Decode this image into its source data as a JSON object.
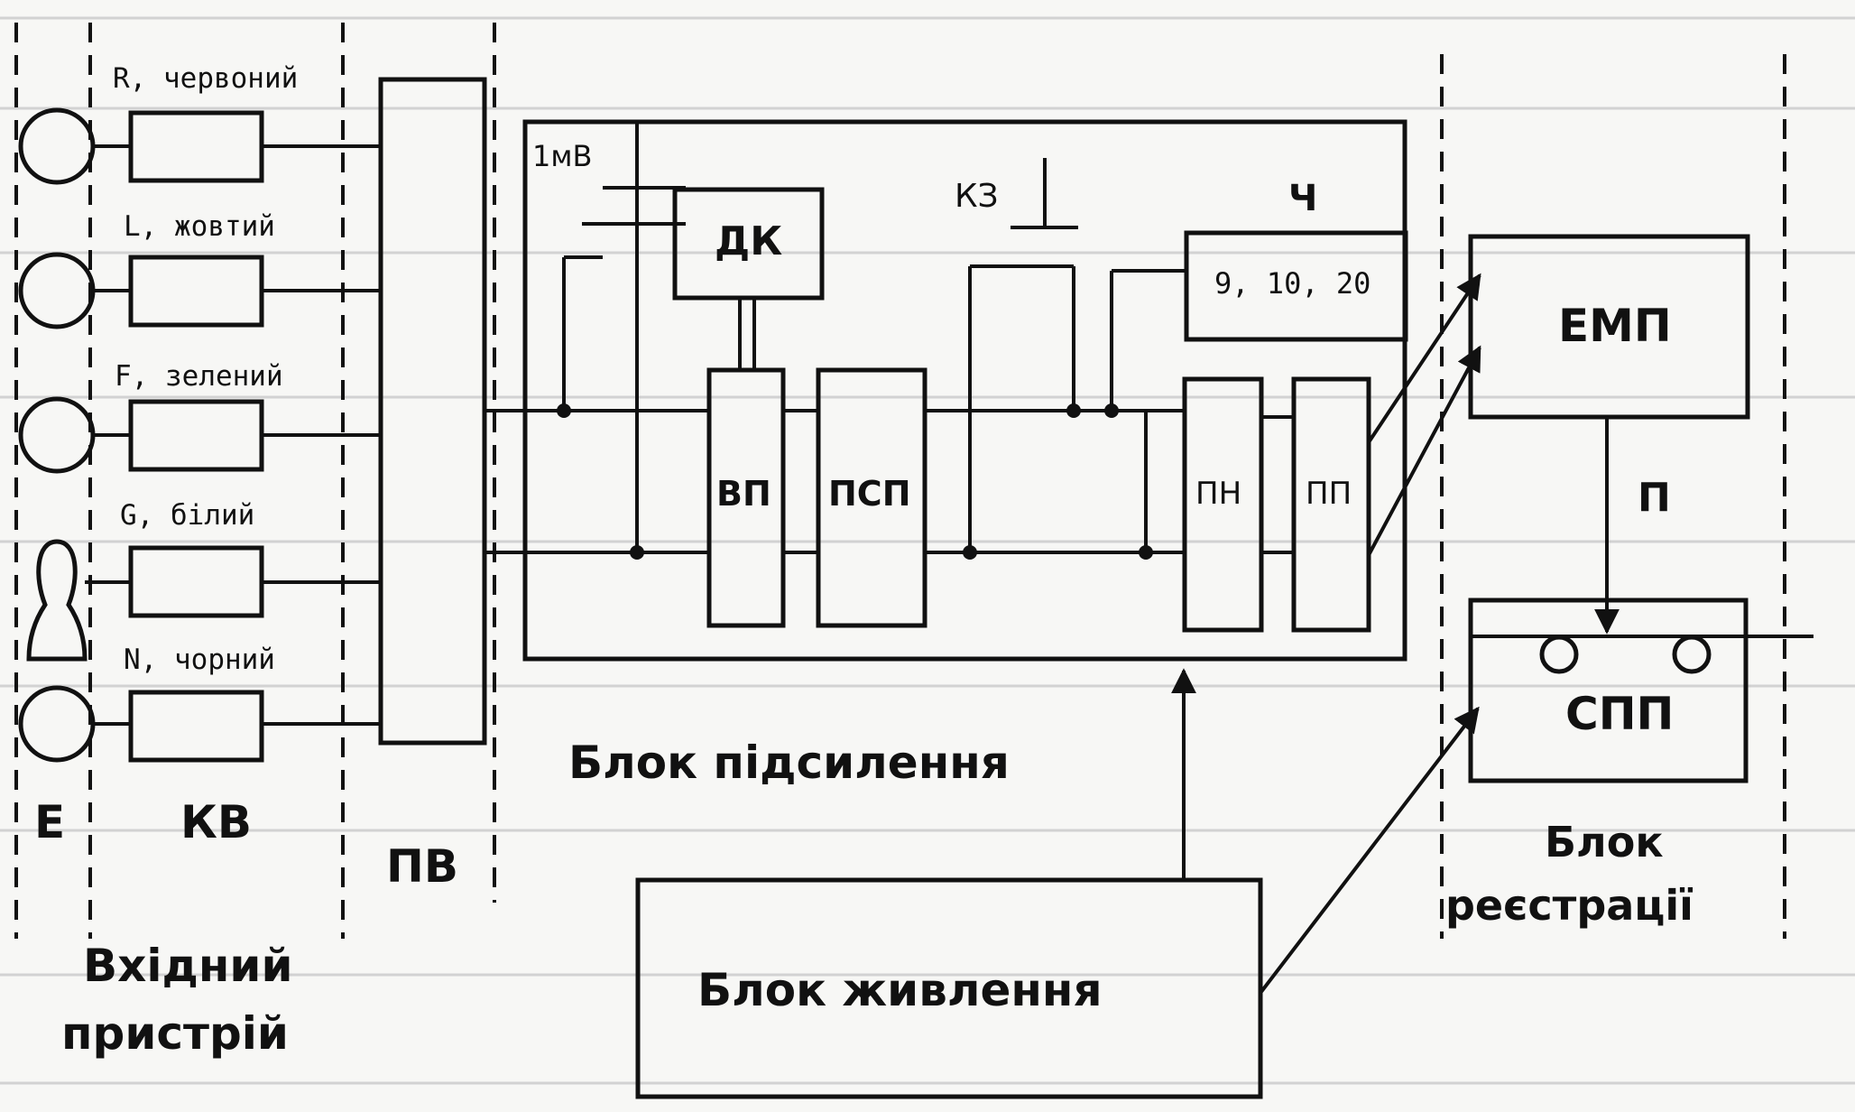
{
  "leads": [
    {
      "label": "R, червоний"
    },
    {
      "label": "L, жовтий"
    },
    {
      "label": "F, зелений"
    },
    {
      "label": "G, білий"
    },
    {
      "label": "N, чорний"
    }
  ],
  "labels": {
    "electrodes": "Е",
    "cable": "КВ",
    "switch": "ПВ",
    "input_device_line1": "Вхідний",
    "input_device_line2": "пристрій",
    "calibration": "1мВ",
    "dc": "ДК",
    "short": "КЗ",
    "ch": "Ч",
    "speeds": "9, 10, 20",
    "vp": "ВП",
    "psp": "ПСП",
    "pn": "ПН",
    "pp": "ПП",
    "amp_block": "Блок підсилення",
    "power_block": "Блок живлення",
    "emp": "ЕМП",
    "p": "П",
    "spp": "СПП",
    "reg_block_line1": "Блок",
    "reg_block_line2": "реєстрації"
  }
}
